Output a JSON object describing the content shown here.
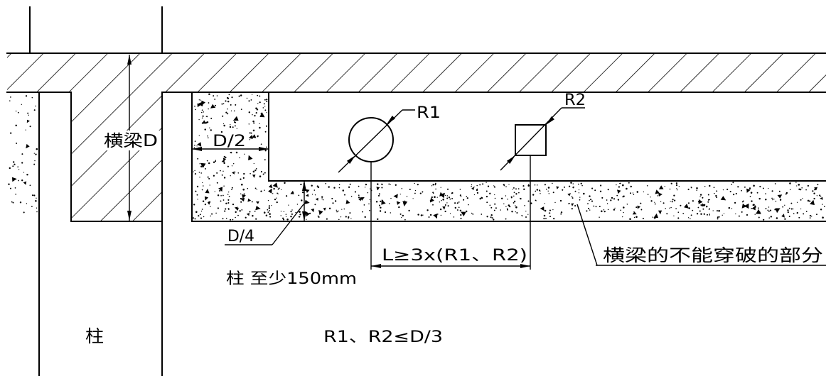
{
  "labels": {
    "beam_depth": "横梁D",
    "half_depth": "D/2",
    "r1": "R1",
    "r2": "R2",
    "quarter_depth": "D/4",
    "column_min": "柱 至少150mm",
    "spacing_rule": "L≥3x(R1、R2)",
    "no_penetration_zone": "横梁的不能穿破的部分",
    "column": "柱",
    "size_rule": "R1、R2≤D/3"
  },
  "colors": {
    "line": "#000000",
    "background": "#ffffff"
  }
}
